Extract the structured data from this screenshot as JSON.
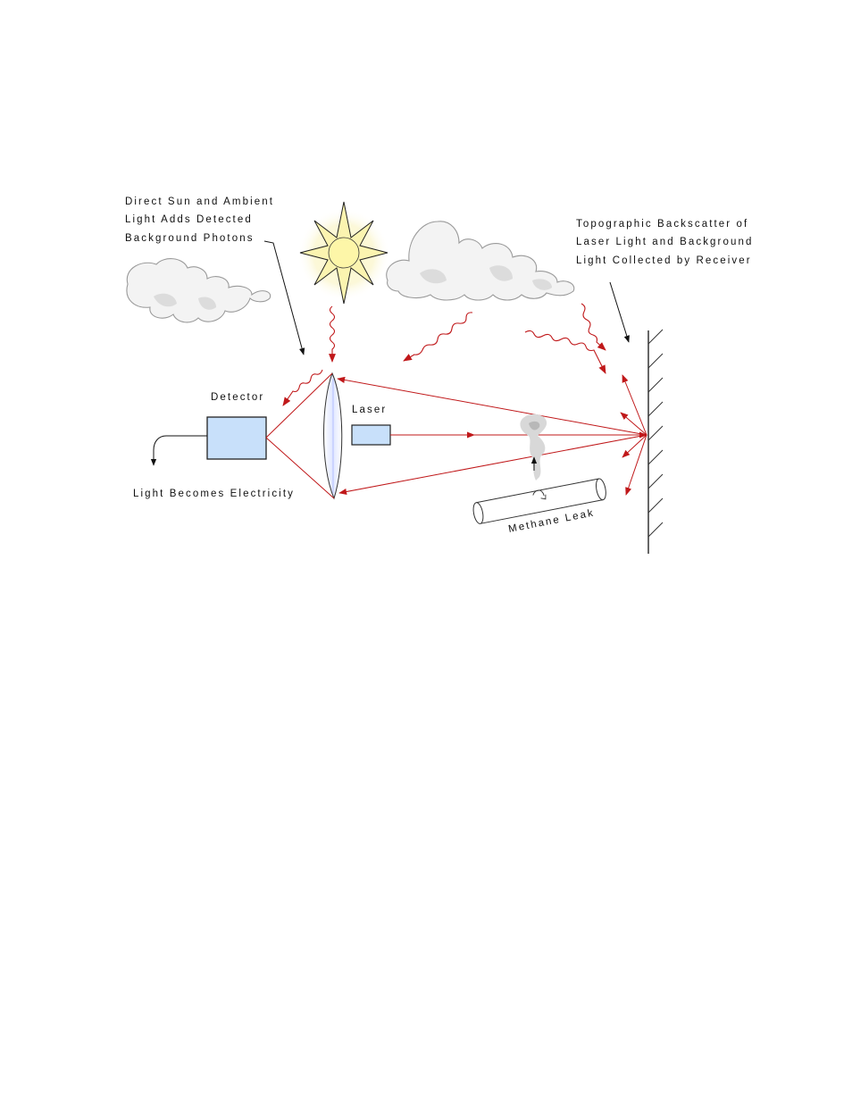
{
  "labels": {
    "sun_note": [
      "Direct Sun and Ambient",
      "Light Adds Detected",
      "Background Photons"
    ],
    "backscatter_note": [
      "Topographic Backscatter of",
      "Laser Light and Background",
      "Light Collected by Receiver"
    ],
    "detector": "Detector",
    "laser": "Laser",
    "electricity": "Light Becomes Electricity",
    "methane": "Methane Leak"
  },
  "colors": {
    "ray": "#c0181a",
    "box_fill": "#c8e0fa",
    "sun_fill": "#fbf4b0",
    "cloud_fill": "#f3f3f3"
  },
  "icons": [
    "sun-icon",
    "cloud-icon",
    "lens-icon",
    "pipe-icon",
    "smoke-plume-icon",
    "wall-hatch-icon"
  ]
}
